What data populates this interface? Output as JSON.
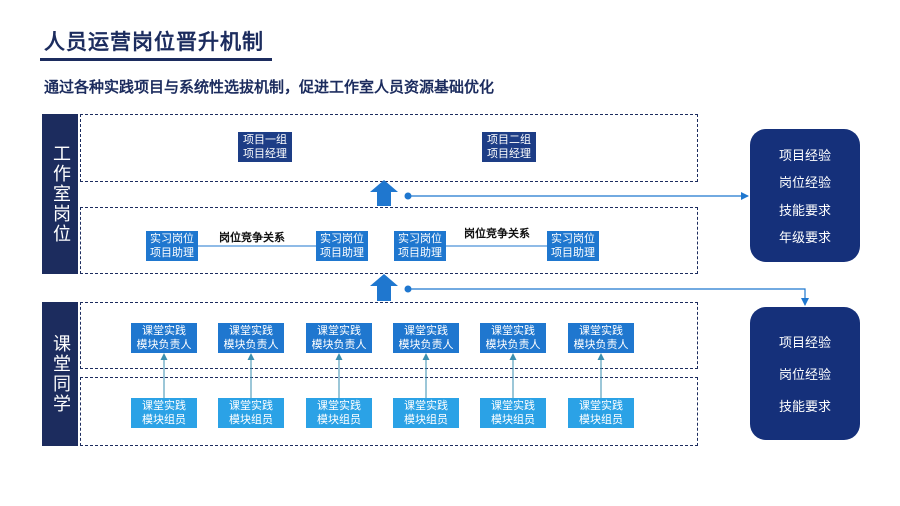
{
  "header": {
    "title": "人员运营岗位晋升机制",
    "subtitle": "通过各种实践项目与系统性选拔机制，促进工作室人员资源基础优化"
  },
  "sections": {
    "studio_label": "工作室岗位",
    "classmate_label": "课堂同学"
  },
  "managers": [
    {
      "line1": "项目一组",
      "line2": "项目经理"
    },
    {
      "line1": "项目二组",
      "line2": "项目经理"
    }
  ],
  "assistants": [
    {
      "line1": "实习岗位",
      "line2": "项目助理"
    },
    {
      "line1": "实习岗位",
      "line2": "项目助理"
    },
    {
      "line1": "实习岗位",
      "line2": "项目助理"
    },
    {
      "line1": "实习岗位",
      "line2": "项目助理"
    }
  ],
  "relations": [
    "岗位竞争关系",
    "岗位竞争关系"
  ],
  "leaders": [
    {
      "line1": "课堂实践",
      "line2": "模块负责人"
    },
    {
      "line1": "课堂实践",
      "line2": "模块负责人"
    },
    {
      "line1": "课堂实践",
      "line2": "模块负责人"
    },
    {
      "line1": "课堂实践",
      "line2": "模块负责人"
    },
    {
      "line1": "课堂实践",
      "line2": "模块负责人"
    },
    {
      "line1": "课堂实践",
      "line2": "模块负责人"
    }
  ],
  "members": [
    {
      "line1": "课堂实践",
      "line2": "模块组员"
    },
    {
      "line1": "课堂实践",
      "line2": "模块组员"
    },
    {
      "line1": "课堂实践",
      "line2": "模块组员"
    },
    {
      "line1": "课堂实践",
      "line2": "模块组员"
    },
    {
      "line1": "课堂实践",
      "line2": "模块组员"
    },
    {
      "line1": "课堂实践",
      "line2": "模块组员"
    }
  ],
  "criteria_top": [
    "项目经验",
    "岗位经验",
    "技能要求",
    "年级要求"
  ],
  "criteria_bottom": [
    "项目经验",
    "岗位经验",
    "技能要求"
  ],
  "colors": {
    "navy": "#1c2c5e",
    "manager_box": "#1d3d86",
    "assistant_box": "#1f77cf",
    "member_box": "#2ba2e6",
    "panel": "#15307a",
    "arrow": "#1f77cf"
  }
}
